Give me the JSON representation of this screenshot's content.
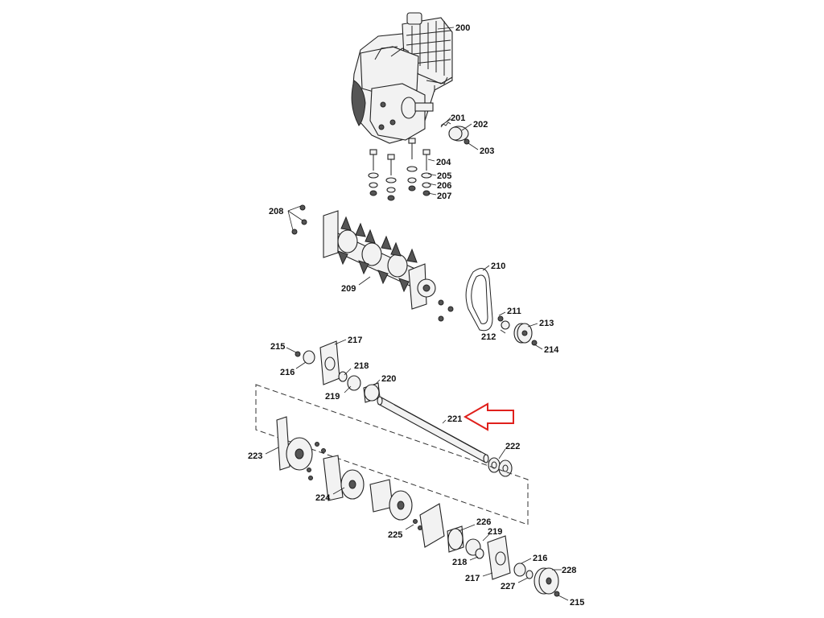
{
  "callout_color": "#e0201c",
  "callout_icon": "arrow-left-outline-icon",
  "highlighted_part": "221",
  "parts": [
    {
      "id": "p200",
      "label": "200"
    },
    {
      "id": "p201",
      "label": "201"
    },
    {
      "id": "p202",
      "label": "202"
    },
    {
      "id": "p203",
      "label": "203"
    },
    {
      "id": "p204",
      "label": "204"
    },
    {
      "id": "p205",
      "label": "205"
    },
    {
      "id": "p206",
      "label": "206"
    },
    {
      "id": "p207",
      "label": "207"
    },
    {
      "id": "p208",
      "label": "208"
    },
    {
      "id": "p209",
      "label": "209"
    },
    {
      "id": "p210",
      "label": "210"
    },
    {
      "id": "p211",
      "label": "211"
    },
    {
      "id": "p212",
      "label": "212"
    },
    {
      "id": "p213",
      "label": "213"
    },
    {
      "id": "p214",
      "label": "214"
    },
    {
      "id": "p215a",
      "label": "215"
    },
    {
      "id": "p216a",
      "label": "216"
    },
    {
      "id": "p217a",
      "label": "217"
    },
    {
      "id": "p218a",
      "label": "218"
    },
    {
      "id": "p219a",
      "label": "219"
    },
    {
      "id": "p220",
      "label": "220"
    },
    {
      "id": "p221",
      "label": "221"
    },
    {
      "id": "p222",
      "label": "222"
    },
    {
      "id": "p223",
      "label": "223"
    },
    {
      "id": "p224",
      "label": "224"
    },
    {
      "id": "p225",
      "label": "225"
    },
    {
      "id": "p226",
      "label": "226"
    },
    {
      "id": "p219b",
      "label": "219"
    },
    {
      "id": "p218b",
      "label": "218"
    },
    {
      "id": "p217b",
      "label": "217"
    },
    {
      "id": "p216b",
      "label": "216"
    },
    {
      "id": "p227",
      "label": "227"
    },
    {
      "id": "p228",
      "label": "228"
    },
    {
      "id": "p215b",
      "label": "215"
    }
  ]
}
